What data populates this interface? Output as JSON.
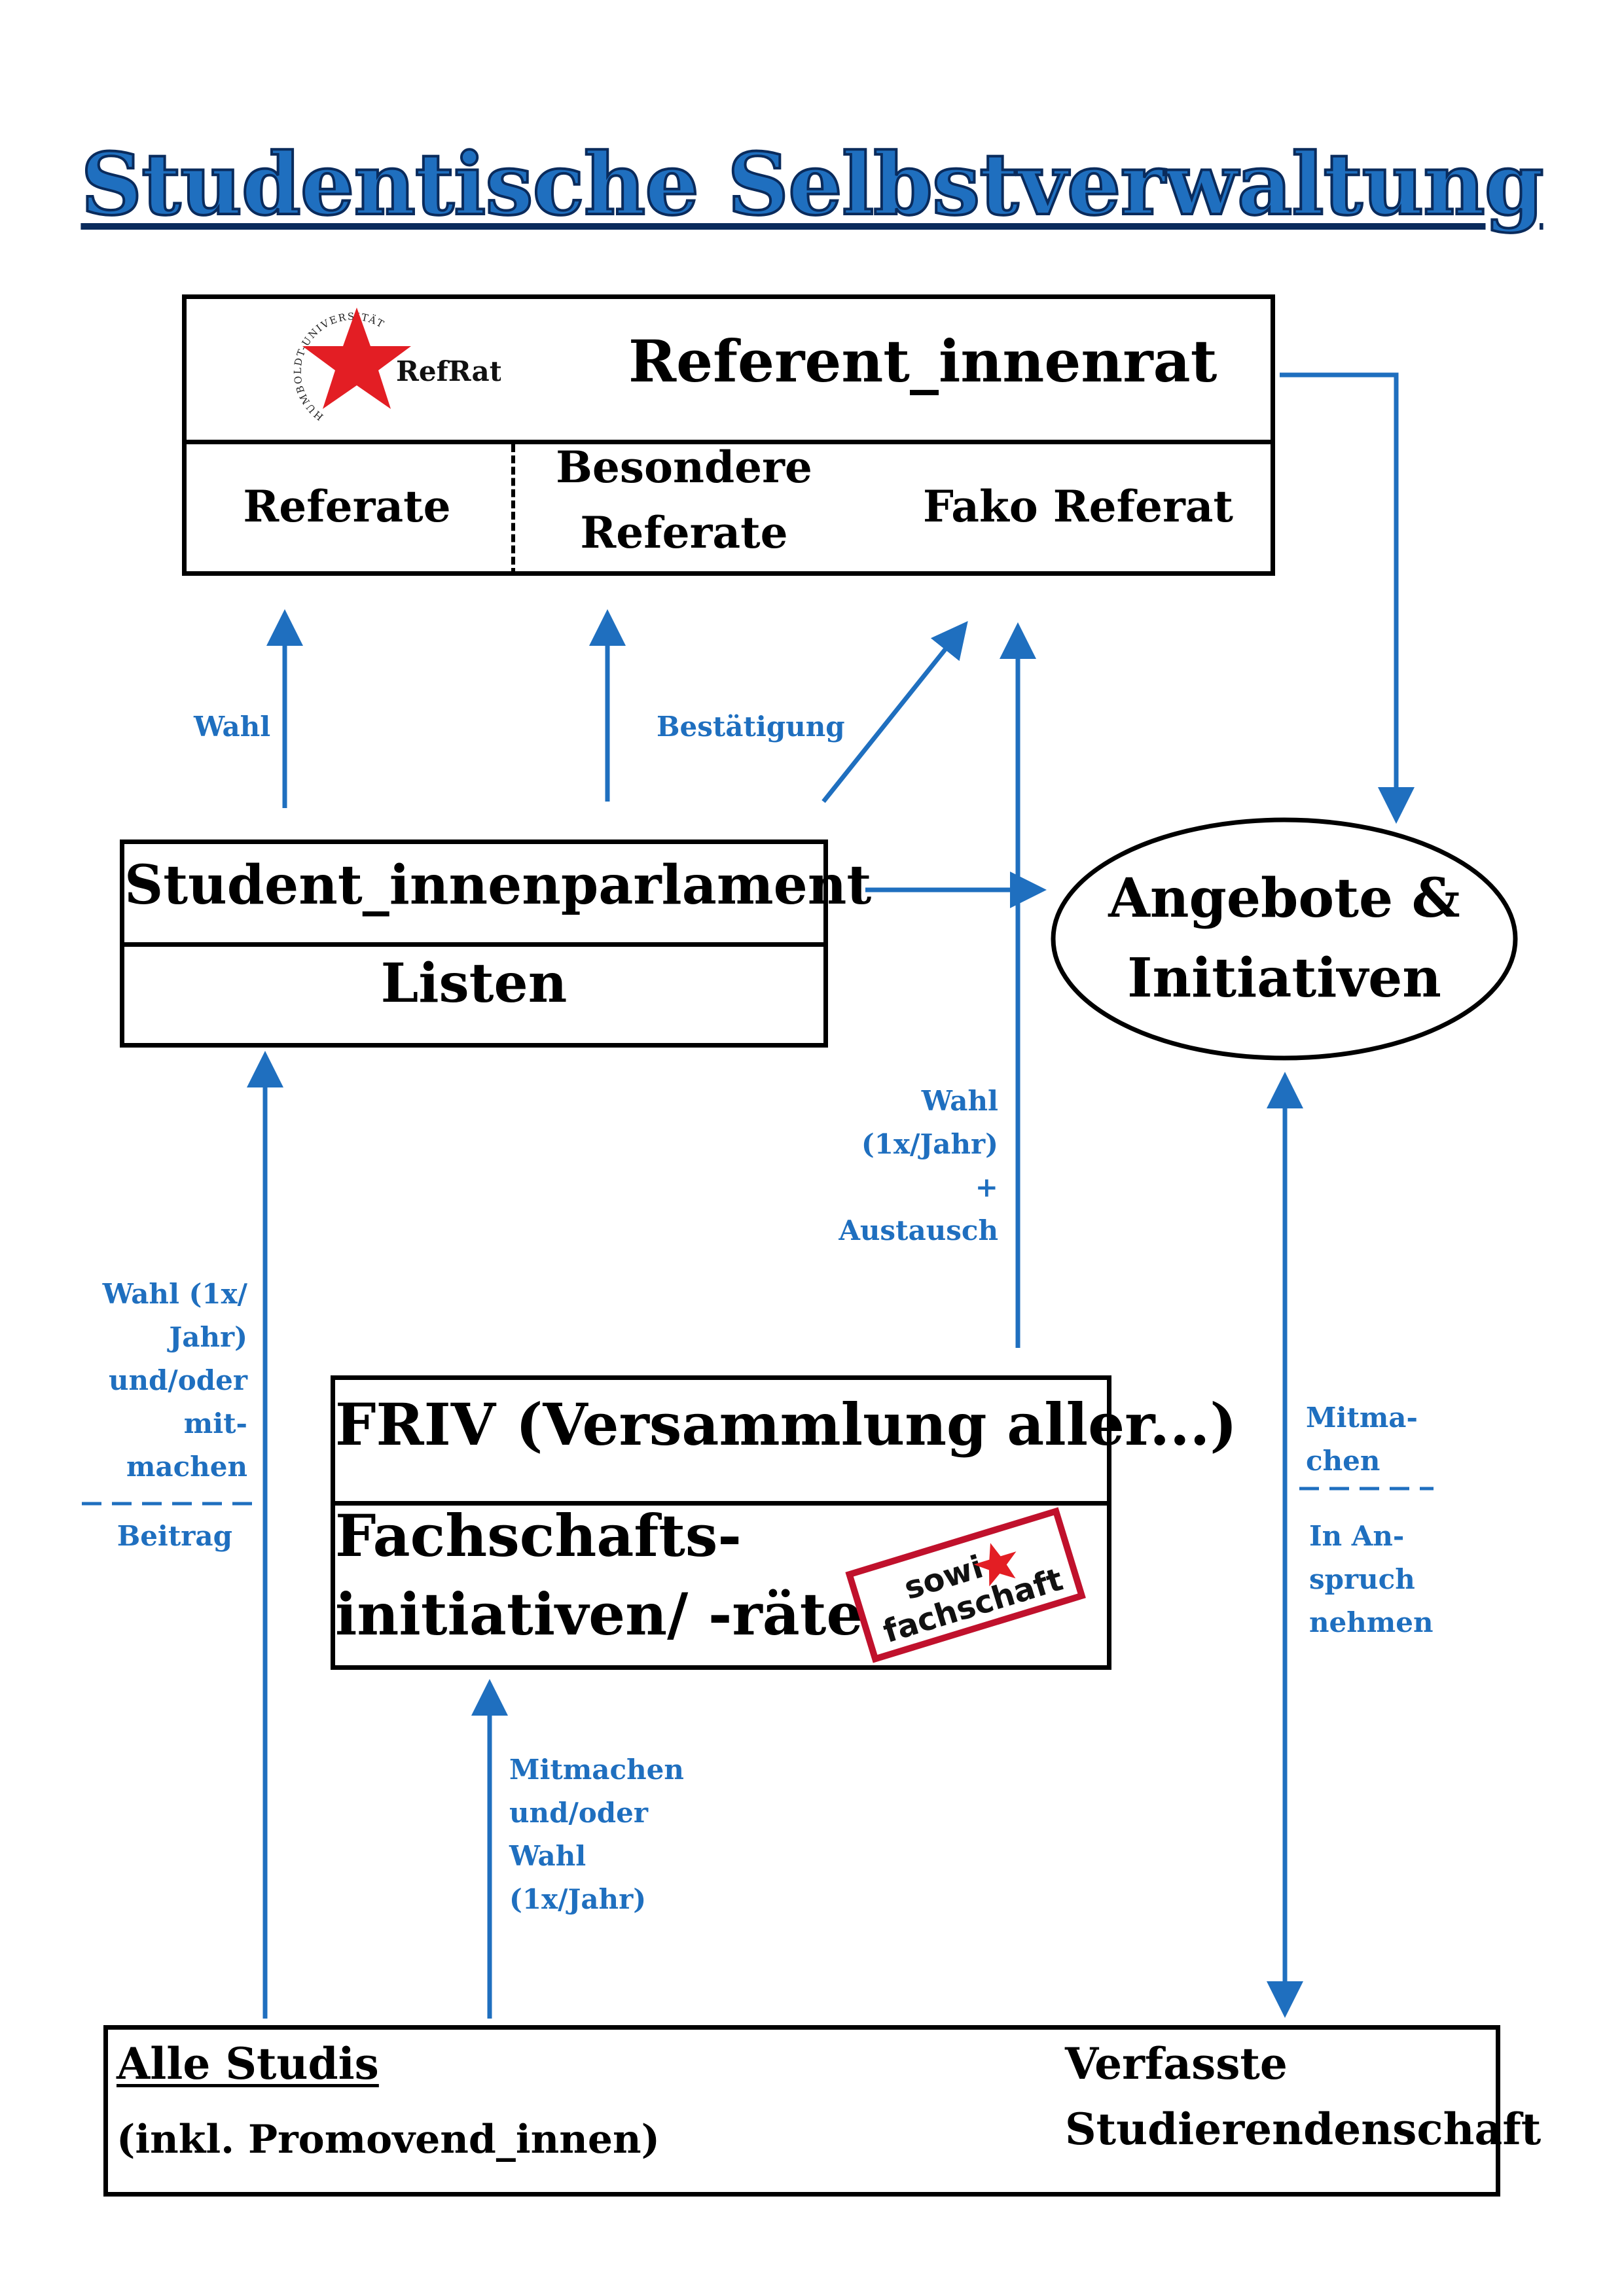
{
  "title": "Studentische Selbstverwaltung",
  "refrat": {
    "name": "Referent_innenrat",
    "logo_text": "RefRat",
    "logo_ring": "HUMBOLDT-UNIVERSITÄT",
    "referate": "Referate",
    "besondere_line1": "Besondere",
    "besondere_line2": "Referate",
    "fako": "Fako Referat"
  },
  "stupa": {
    "name": "Student_innenparlament",
    "listen": "Listen"
  },
  "angebote": {
    "line1": "Angebote &",
    "line2": "Initiativen"
  },
  "friv": {
    "name": "FRIV (Versammlung aller...)",
    "fs_line1": "Fachschafts-",
    "fs_line2": "initiativen/ -räte",
    "logo_line1": "sowi",
    "logo_line2": "fachschaft"
  },
  "studis": {
    "alle": "Alle Studis",
    "inkl": "(inkl. Promovend_innen)",
    "verfasste_line1": "Verfasste",
    "verfasste_line2": "Studierendenschaft"
  },
  "labels": {
    "wahl": "Wahl",
    "bestaetigung": "Bestätigung",
    "wahl_friv_1": "Wahl",
    "wahl_friv_2": "(1x/Jahr)",
    "wahl_friv_3": "+",
    "wahl_friv_4": "Austausch",
    "studis_stupa_1": "Wahl (1x/",
    "studis_stupa_2": "Jahr)",
    "studis_stupa_3": "und/oder",
    "studis_stupa_4": "mit-",
    "studis_stupa_5": "machen",
    "beitrag": "Beitrag",
    "mitmachen_1": "Mitma-",
    "mitmachen_2": "chen",
    "anspruch_1": "In An-",
    "anspruch_2": "spruch",
    "anspruch_3": "nehmen",
    "friv_in_1": "Mitmachen",
    "friv_in_2": "und/oder",
    "friv_in_3": "Wahl",
    "friv_in_4": "(1x/Jahr)"
  },
  "colors": {
    "accent": "#1f6fbf",
    "title_outline": "#0a2b5c",
    "star": "#e31e24",
    "sowi_border": "#c0112c"
  }
}
